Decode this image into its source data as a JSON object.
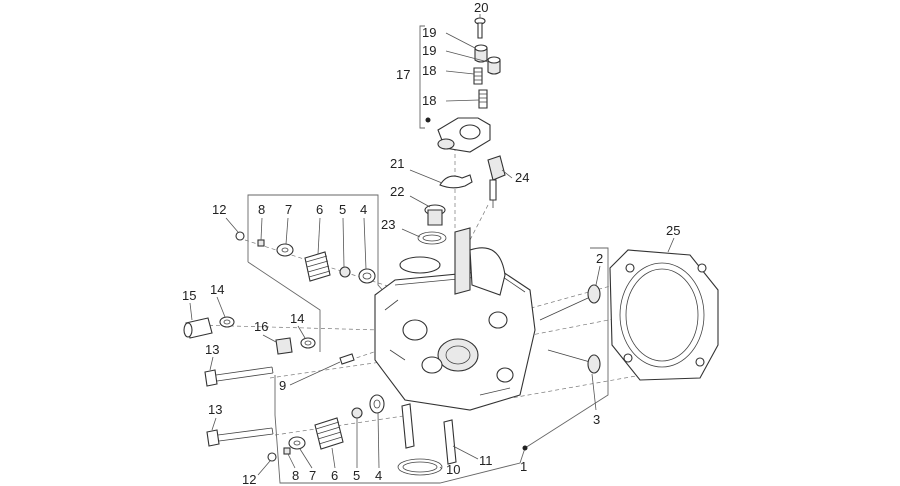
{
  "diagram": {
    "callouts": [
      {
        "id": "c20",
        "text": "20"
      },
      {
        "id": "c19a",
        "text": "19"
      },
      {
        "id": "c19b",
        "text": "19"
      },
      {
        "id": "c17",
        "text": "17"
      },
      {
        "id": "c18a",
        "text": "18"
      },
      {
        "id": "c18b",
        "text": "18"
      },
      {
        "id": "c21",
        "text": "21"
      },
      {
        "id": "c24",
        "text": "24"
      },
      {
        "id": "c22",
        "text": "22"
      },
      {
        "id": "c23",
        "text": "23"
      },
      {
        "id": "c12a",
        "text": "12"
      },
      {
        "id": "c8a",
        "text": "8"
      },
      {
        "id": "c7a",
        "text": "7"
      },
      {
        "id": "c6a",
        "text": "6"
      },
      {
        "id": "c5a",
        "text": "5"
      },
      {
        "id": "c4a",
        "text": "4"
      },
      {
        "id": "c25",
        "text": "25"
      },
      {
        "id": "c2",
        "text": "2"
      },
      {
        "id": "c15",
        "text": "15"
      },
      {
        "id": "c14a",
        "text": "14"
      },
      {
        "id": "c16",
        "text": "16"
      },
      {
        "id": "c14b",
        "text": "14"
      },
      {
        "id": "c13a",
        "text": "13"
      },
      {
        "id": "c9",
        "text": "9"
      },
      {
        "id": "c3",
        "text": "3"
      },
      {
        "id": "c13b",
        "text": "13"
      },
      {
        "id": "c11",
        "text": "11"
      },
      {
        "id": "c1",
        "text": "1"
      },
      {
        "id": "c10",
        "text": "10"
      },
      {
        "id": "c12b",
        "text": "12"
      },
      {
        "id": "c8b",
        "text": "8"
      },
      {
        "id": "c7b",
        "text": "7"
      },
      {
        "id": "c6b",
        "text": "6"
      },
      {
        "id": "c5b",
        "text": "5"
      },
      {
        "id": "c4b",
        "text": "4"
      }
    ]
  }
}
